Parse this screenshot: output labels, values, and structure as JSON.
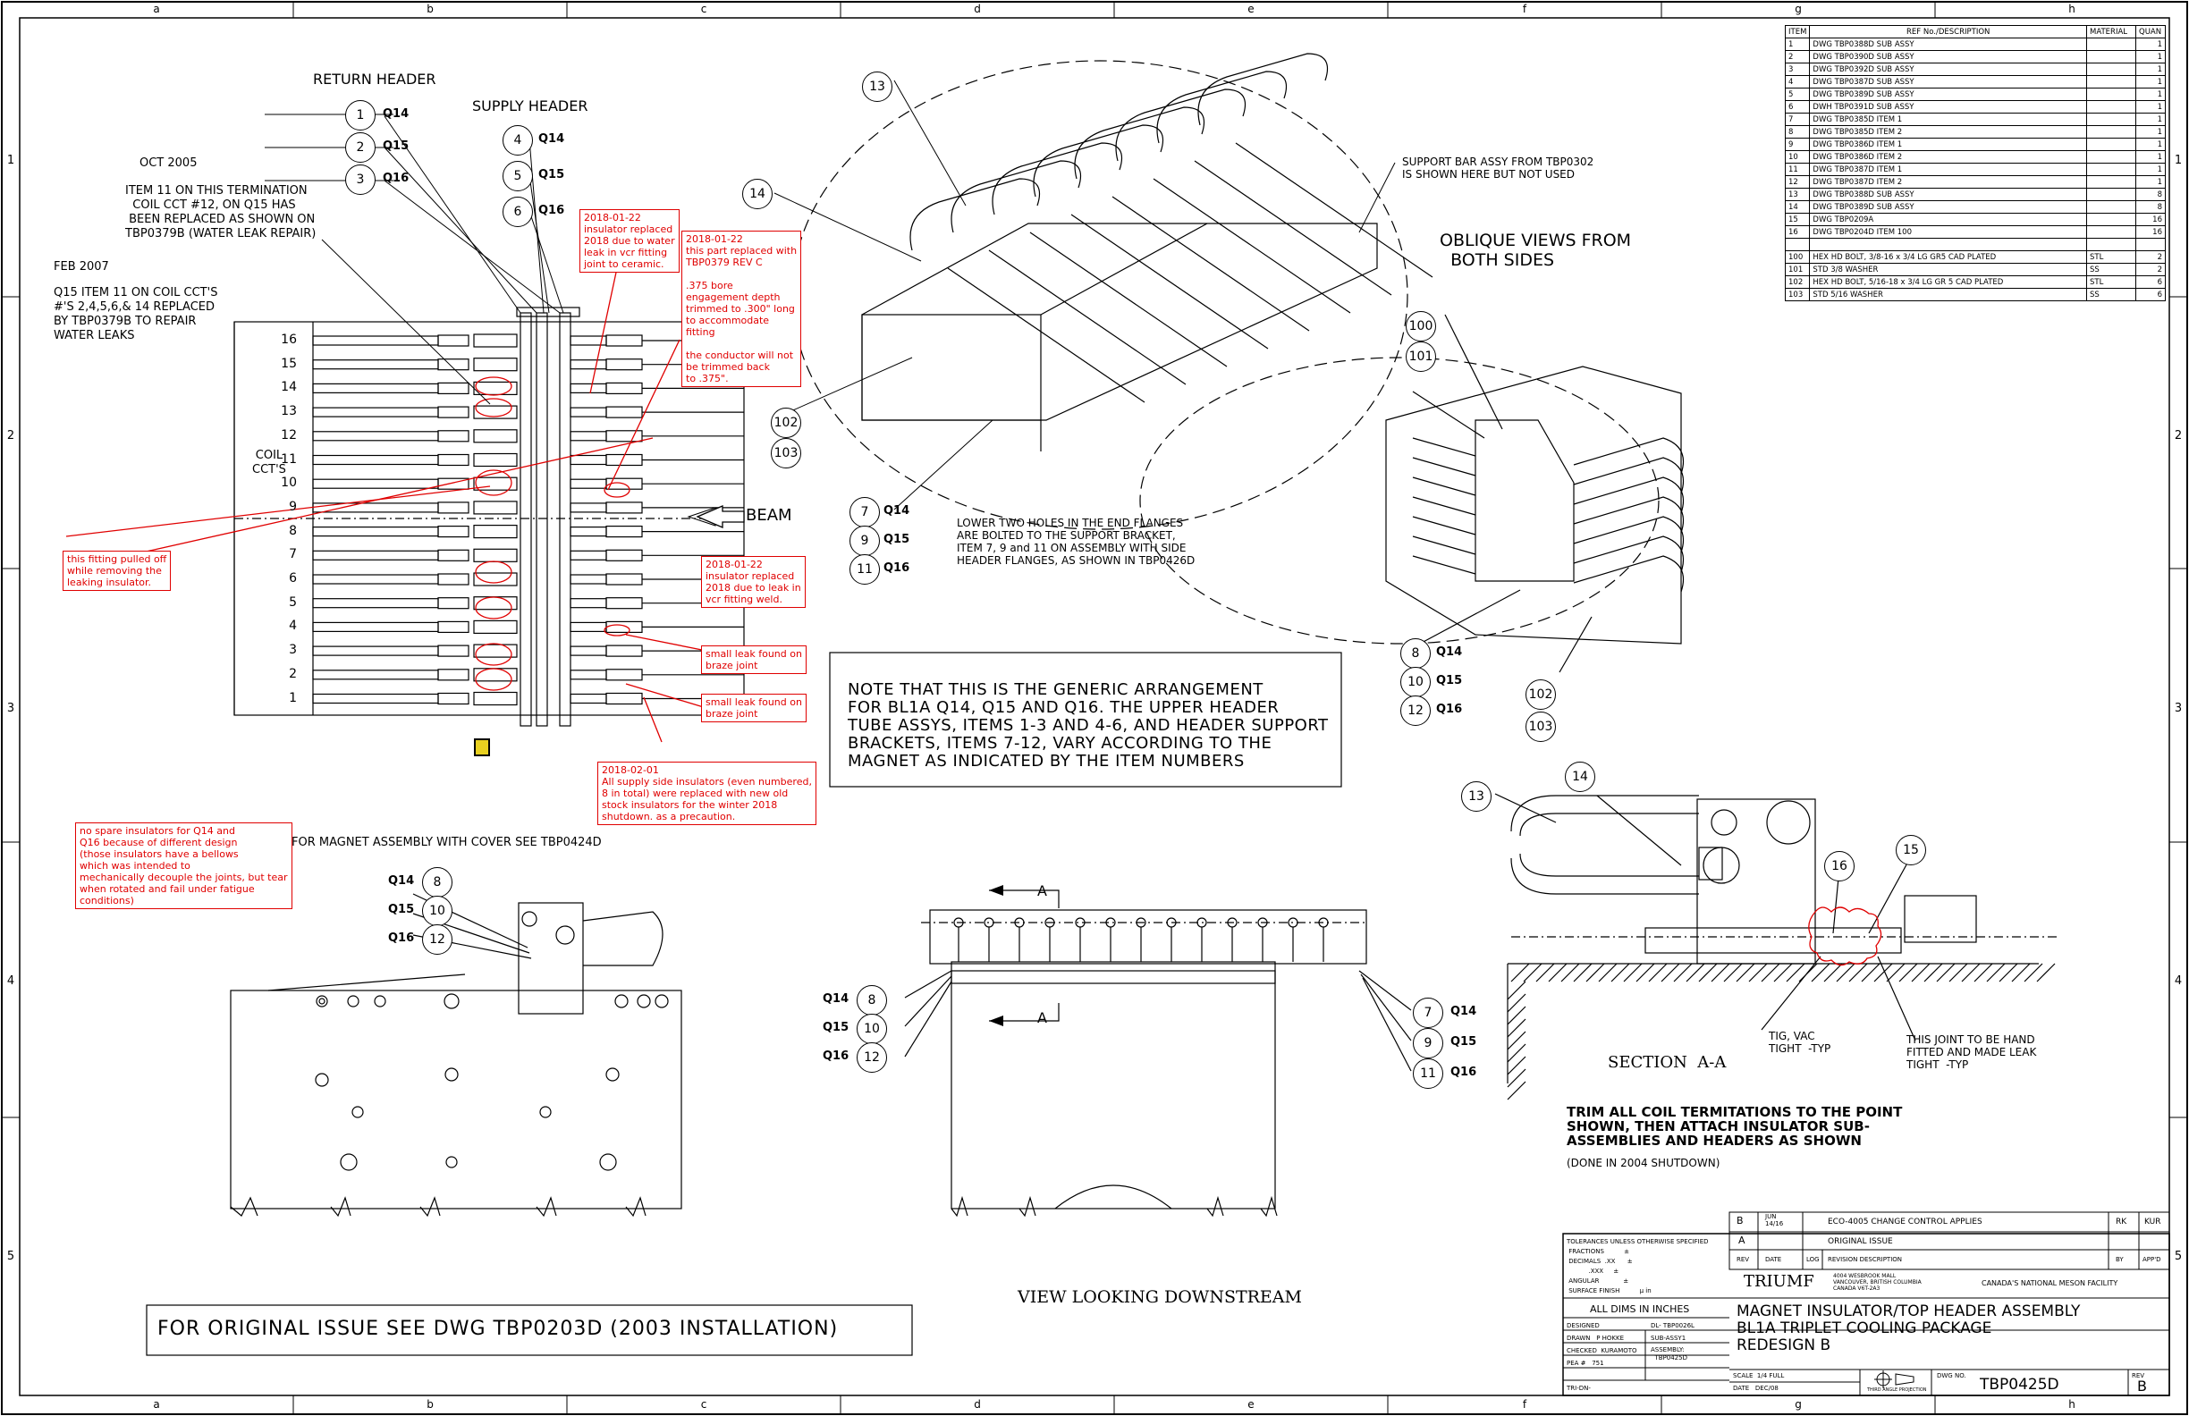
{
  "grid": {
    "columns": [
      "a",
      "b",
      "c",
      "d",
      "e",
      "f",
      "g",
      "h"
    ],
    "rows": [
      "1",
      "2",
      "3",
      "4",
      "5"
    ]
  },
  "headers": {
    "return_header": "RETURN HEADER",
    "supply_header": "SUPPLY HEADER",
    "return_items": [
      {
        "n": "1",
        "q": "Q14"
      },
      {
        "n": "2",
        "q": "Q15"
      },
      {
        "n": "3",
        "q": "Q16"
      }
    ],
    "supply_items": [
      {
        "n": "4",
        "q": "Q14"
      },
      {
        "n": "5",
        "q": "Q15"
      },
      {
        "n": "6",
        "q": "Q16"
      }
    ]
  },
  "notes": {
    "oct_title": "OCT 2005",
    "oct_body": "ITEM 11 ON THIS TERMINATION\n  COIL CCT #12, ON Q15 HAS\n BEEN REPLACED AS SHOWN ON\nTBP0379B (WATER LEAK REPAIR)",
    "feb_title": "FEB 2007",
    "feb_body": "Q15 ITEM 11 ON COIL CCT'S\n#'S 2,4,5,6,& 14 REPLACED\nBY TBP0379B TO REPAIR\nWATER LEAKS",
    "coil_ccts": "COIL\nCCT'S",
    "beam": "BEAM",
    "support_bar": "SUPPORT BAR ASSY FROM TBP0302\nIS SHOWN HERE BUT NOT USED",
    "oblique": "OBLIQUE VIEWS FROM\n  BOTH SIDES",
    "lower_holes": "LOWER TWO HOLES IN THE END FLANGES\nARE BOLTED TO THE SUPPORT BRACKET,\nITEM 7, 9 and 11 ON ASSEMBLY WITH SIDE\nHEADER FLANGES, AS SHOWN IN TBP0426D",
    "generic": "NOTE THAT THIS IS THE GENERIC ARRANGEMENT\nFOR BL1A Q14, Q15 AND Q16. THE UPPER HEADER\nTUBE ASSYS, ITEMS 1-3 AND 4-6, AND HEADER SUPPORT\nBRACKETS, ITEMS 7-12, VARY ACCORDING TO THE\nMAGNET AS INDICATED BY THE ITEM NUMBERS",
    "magnet_cover": "FOR MAGNET ASSEMBLY WITH COVER SEE TBP0424D",
    "view_downstream": "VIEW LOOKING DOWNSTREAM",
    "section": "SECTION  A-A",
    "tig": "TIG, VAC\nTIGHT  -TYP",
    "hand_joint": "THIS JOINT TO BE HAND\nFITTED AND MADE LEAK\nTIGHT  -TYP",
    "trim": "TRIM ALL COIL TERMITATIONS TO THE POINT\nSHOWN, THEN ATTACH INSULATOR SUB-\nASSEMBLIES AND HEADERS AS SHOWN",
    "trim_sub": "(DONE IN 2004 SHUTDOWN)",
    "original_issue": "FOR ORIGINAL ISSUE SEE DWG TBP0203D (2003 INSTALLATION)",
    "section_marker": "A"
  },
  "red_notes": {
    "n1": "2018-01-22\ninsulator replaced\n2018 due to water\nleak in vcr fitting\njoint to ceramic.",
    "n2": "2018-01-22\nthis part replaced with\nTBP0379 REV C\n\n.375 bore\nengagement depth\ntrimmed to .300\" long\nto accommodate\nfitting\n\nthe conductor will not\nbe trimmed back\nto .375\".",
    "n3": "this fitting pulled off\nwhile removing the\nleaking insulator.",
    "n4": "2018-01-22\ninsulator replaced\n2018 due to leak in\nvcr fitting weld.",
    "n5": "small leak found on\nbraze joint",
    "n6": "small leak found on\nbraze joint",
    "n7": "2018-02-01\nAll supply side insulators (even numbered,\n8 in total) were replaced with new old\nstock insulators for the winter 2018\nshutdown. as a precaution.",
    "n8": "no spare insulators for Q14 and\nQ16 because of different design\n(those insulators have a bellows\nwhich was intended to\nmechanically decouple the joints, but tear\nwhen rotated and fail under fatigue\nconditions)"
  },
  "coil_numbers": [
    "16",
    "15",
    "14",
    "13",
    "12",
    "11",
    "10",
    "9",
    "8",
    "7",
    "6",
    "5",
    "4",
    "3",
    "2",
    "1"
  ],
  "callouts": {
    "iso_13": "13",
    "iso_14": "14",
    "iso_102": "102",
    "iso_103": "103",
    "iso_q": [
      {
        "n": "7",
        "q": "Q14"
      },
      {
        "n": "9",
        "q": "Q15"
      },
      {
        "n": "11",
        "q": "Q16"
      }
    ],
    "obl_100": "100",
    "obl_101": "101",
    "obl_102": "102",
    "obl_103": "103",
    "obl_q": [
      {
        "n": "8",
        "q": "Q14"
      },
      {
        "n": "10",
        "q": "Q15"
      },
      {
        "n": "12",
        "q": "Q16"
      }
    ],
    "side_q": [
      {
        "n": "8",
        "q": "Q14"
      },
      {
        "n": "10",
        "q": "Q15"
      },
      {
        "n": "12",
        "q": "Q16"
      }
    ],
    "down_left_q": [
      {
        "n": "8",
        "q": "Q14"
      },
      {
        "n": "10",
        "q": "Q15"
      },
      {
        "n": "12",
        "q": "Q16"
      }
    ],
    "down_right_q": [
      {
        "n": "7",
        "q": "Q14"
      },
      {
        "n": "9",
        "q": "Q15"
      },
      {
        "n": "11",
        "q": "Q16"
      }
    ],
    "sec_13": "13",
    "sec_14": "14",
    "sec_15": "15",
    "sec_16": "16"
  },
  "bom": {
    "headers": [
      "ITEM",
      "REF No./DESCRIPTION",
      "MATERIAL",
      "QUAN"
    ],
    "rows": [
      [
        "1",
        "DWG TBP0388D SUB ASSY",
        "",
        "1"
      ],
      [
        "2",
        "DWG TBP0390D SUB ASSY",
        "",
        "1"
      ],
      [
        "3",
        "DWG TBP0392D SUB ASSY",
        "",
        "1"
      ],
      [
        "4",
        "DWG TBP0387D SUB ASSY",
        "",
        "1"
      ],
      [
        "5",
        "DWG TBP0389D SUB ASSY",
        "",
        "1"
      ],
      [
        "6",
        "DWH TBP0391D SUB ASSY",
        "",
        "1"
      ],
      [
        "7",
        "DWG TBP0385D ITEM 1",
        "",
        "1"
      ],
      [
        "8",
        "DWG TBP0385D ITEM 2",
        "",
        "1"
      ],
      [
        "9",
        "DWG TBP0386D ITEM 1",
        "",
        "1"
      ],
      [
        "10",
        "DWG TBP0386D ITEM 2",
        "",
        "1"
      ],
      [
        "11",
        "DWG TBP0387D ITEM 1",
        "",
        "1"
      ],
      [
        "12",
        "DWG TBP0387D ITEM 2",
        "",
        "1"
      ],
      [
        "13",
        "DWG TBP0388D SUB ASSY",
        "",
        "8"
      ],
      [
        "14",
        "DWG TBP0389D SUB ASSY",
        "",
        "8"
      ],
      [
        "15",
        "DWG TBP0209A",
        "",
        "16"
      ],
      [
        "16",
        "DWG TBP0204D ITEM 100",
        "",
        "16"
      ],
      [
        "",
        "",
        "",
        ""
      ],
      [
        "100",
        "HEX HD BOLT, 3/8-16 x 3/4 LG GR5 CAD PLATED",
        "STL",
        "2"
      ],
      [
        "101",
        "STD 3/8 WASHER",
        "SS",
        "2"
      ],
      [
        "102",
        "HEX HD BOLT, 5/16-18 x 3/4 LG GR 5 CAD PLATED",
        "STL",
        "6"
      ],
      [
        "103",
        "STD 5/16 WASHER",
        "SS",
        "6"
      ]
    ]
  },
  "title_block": {
    "rev_b": "B",
    "rev_b_date": "JUN\n14/16",
    "rev_b_desc": "ECO-4005 CHANGE CONTROL APPLIES",
    "rev_b_by": "RK",
    "rev_b_app": "KUR",
    "rev_a": "A",
    "rev_a_desc": "ORIGINAL ISSUE",
    "rev_head": [
      "REV",
      "DATE",
      "LOG",
      "REVISION DESCRIPTION",
      "BY",
      "APP'D"
    ],
    "tolerances": "TOLERANCES UNLESS OTHERWISE SPECIFIED\n FRACTIONS          ±\n DECIMALS  .XX      ±\n           .XXX     ±\n ANGULAR            ±\n SURFACE FINISH          μ in",
    "dims": "ALL DIMS IN INCHES",
    "designed": "DESIGNED",
    "drawn": "DRAWN   P HOKKE",
    "checked": "CHECKED  KURAMOTO",
    "pea": "PEA #   751",
    "trn": "TRI-DN-",
    "dl": "DL- TBP0026L",
    "sub": "SUB-ASSY1",
    "assembly": "ASSEMBLY:\n  TBP0425D",
    "company": "TRIUMF",
    "address": "4004 WESBROOK MALL\nVANCOUVER, BRITISH COLUMBIA\nCANADA V6T-2A3",
    "facility": "CANADA'S NATIONAL MESON FACILITY",
    "title1": "MAGNET INSULATOR/TOP HEADER ASSEMBLY",
    "title2": "BL1A TRIPLET COOLING PACKAGE",
    "title3": "REDESIGN B",
    "scale": "SCALE  1/4 FULL",
    "date": "DATE   DEC/08",
    "projection": "THIRD ANGLE PROJECTION",
    "dwg_no_label": "DWG NO.",
    "dwg_no": "TBP0425D",
    "rev_label": "REV",
    "rev": "B"
  }
}
